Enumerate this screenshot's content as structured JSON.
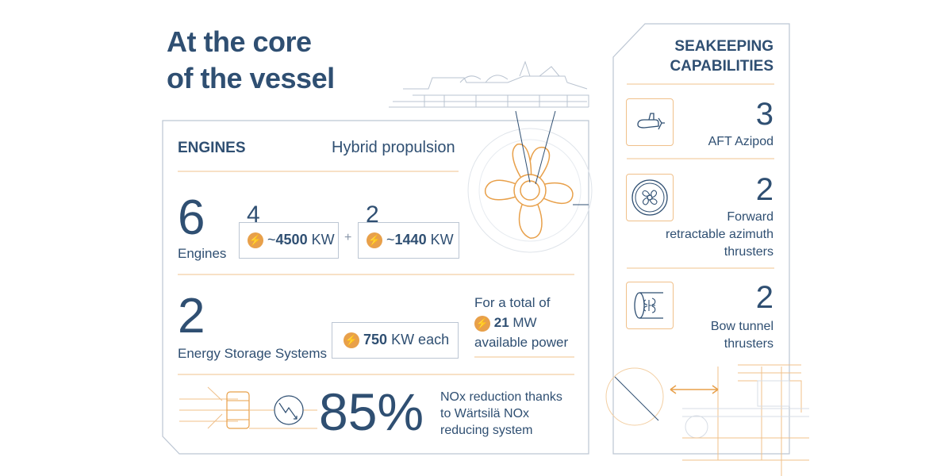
{
  "title": {
    "line1": "At the core",
    "line2": "of the vessel"
  },
  "engines": {
    "heading": "ENGINES",
    "subtitle": "Hybrid propulsion",
    "count": "6",
    "count_label": "Engines",
    "group1": {
      "count": "4",
      "approx": "~",
      "power": "4500",
      "unit": " KW"
    },
    "plus": "+",
    "group2": {
      "count": "2",
      "approx": "~",
      "power": "1440",
      "unit": " KW"
    }
  },
  "storage": {
    "count": "2",
    "label": "Energy Storage Systems",
    "power": "750",
    "unit": " KW each",
    "total_line1": "For a total of",
    "total_value": "21",
    "total_unit": " MW",
    "total_line3": "available power"
  },
  "nox": {
    "percent": "85%",
    "line1": "NOx reduction thanks",
    "line2": "to Wärtsilä NOx",
    "line3": "reducing system"
  },
  "seakeeping": {
    "heading_line1": "SEAKEEPING",
    "heading_line2": "CAPABILITIES",
    "items": [
      {
        "number": "3",
        "label_lines": [
          "AFT Azipod"
        ],
        "icon": "azipod-icon"
      },
      {
        "number": "2",
        "label_lines": [
          "Forward",
          "retractable azimuth",
          "thrusters"
        ],
        "icon": "fan-thruster-icon"
      },
      {
        "number": "2",
        "label_lines": [
          "Bow tunnel",
          "thrusters"
        ],
        "icon": "tunnel-thruster-icon"
      }
    ]
  },
  "colors": {
    "navy": "#2f4f72",
    "accent_orange": "#e8a04a",
    "divider_orange": "#f3cfa3",
    "frame_gray": "#bcc6d3"
  }
}
